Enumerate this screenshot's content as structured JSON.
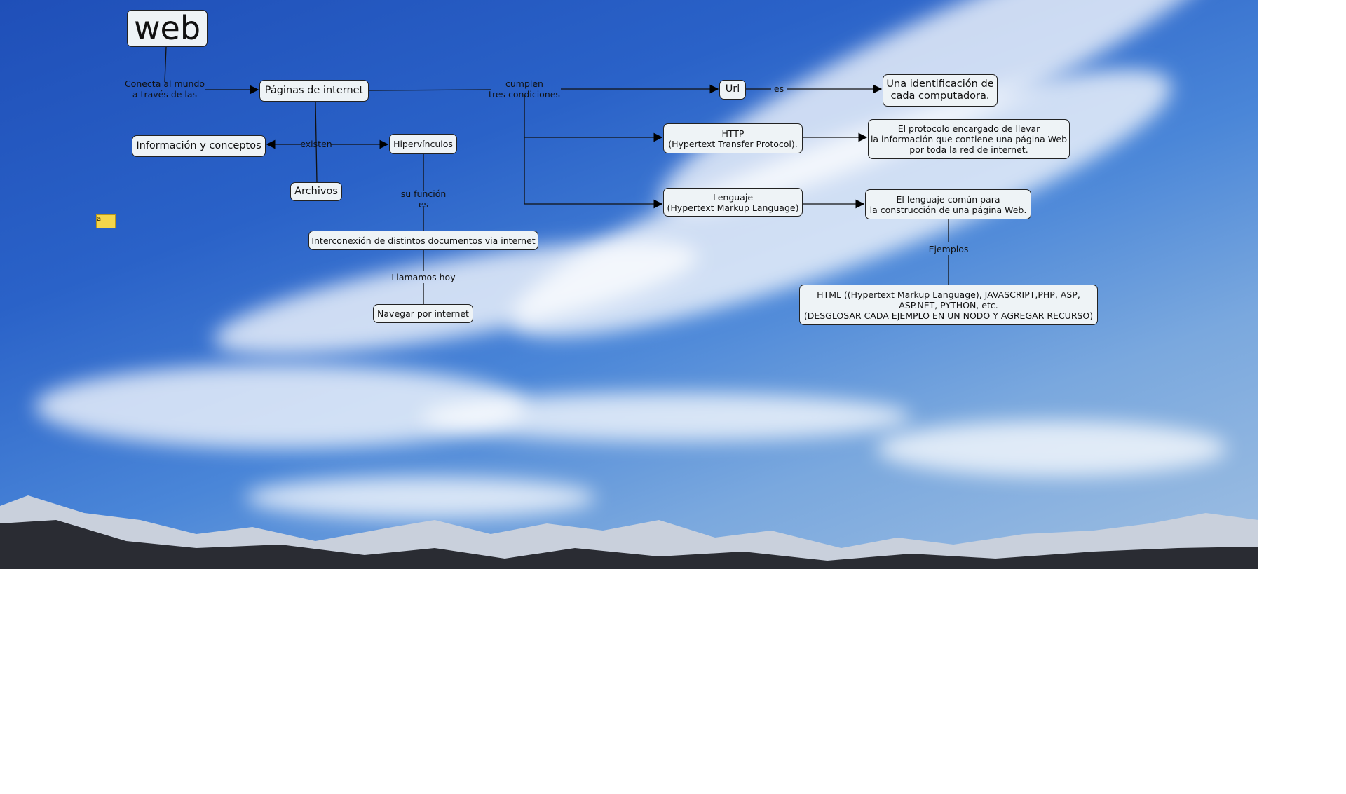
{
  "nodes": {
    "web": "web",
    "paginas": "Páginas de internet",
    "informacion": "Información y conceptos",
    "hipervinculos": "Hipervínculos",
    "archivos": "Archivos",
    "interconexion": "Interconexión de distintos documentos via internet",
    "navegar": "Navegar por internet",
    "url": "Url",
    "identificacion": "Una identificación de\ncada computadora.",
    "http": "HTTP\n(Hypertext Transfer Protocol).",
    "protocolo": "El protocolo encargado de llevar\nla información que contiene una página Web\npor toda la red de internet.",
    "lenguaje": "Lenguaje\n(Hypertext Markup Language)",
    "lenguaje_comun": "El lenguaje común para\nla construcción de una página Web.",
    "ejemplos_lista": "HTML ((Hypertext Markup Language), JAVASCRIPT,PHP, ASP,\nASP.NET, PYTHON, etc.\n(DESGLOSAR CADA EJEMPLO EN UN NODO Y AGREGAR RECURSO)"
  },
  "links": {
    "conecta": "Conecta al mundo\na través de las",
    "existen": "existen",
    "su_funcion": "su función\nes",
    "llamamos": "Llamamos hoy",
    "cumplen": "cumplen\ntres condiciones",
    "es": "es",
    "ejemplos": "Ejemplos"
  },
  "note_icon": "a"
}
